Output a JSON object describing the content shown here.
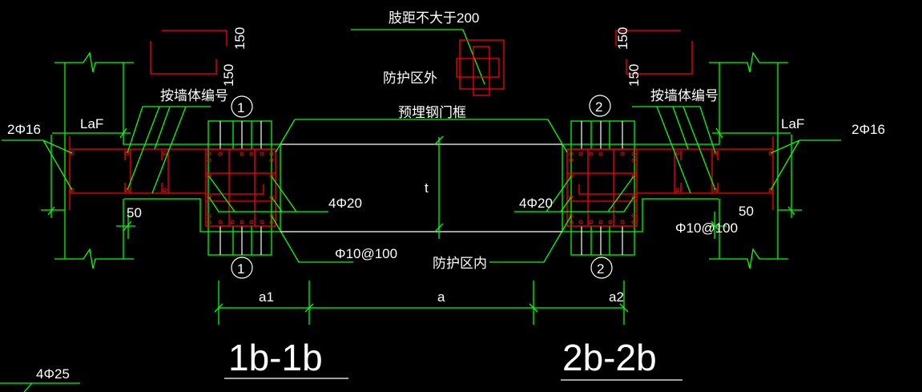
{
  "colors": {
    "background": "#000000",
    "outline": "#00ff00",
    "rebar": "#ff0000",
    "text": "#ffffff"
  },
  "top_note": "肢距不大于200",
  "outside_zone": "防护区外",
  "inside_zone": "防护区内",
  "door_frame": "预埋钢门框",
  "left": {
    "wall_no": "按墙体编号",
    "laf": "LaF",
    "bars": "2Φ16",
    "cover": "50",
    "corner_bars": "4Φ20",
    "stirrup": "Φ10@100",
    "hook_dims": [
      "150",
      "150"
    ],
    "section_mark": "1",
    "dim": "a1",
    "title": "1b-1b"
  },
  "right": {
    "wall_no": "按墙体编号",
    "laf": "LaF",
    "bars": "2Φ16",
    "cover": "50",
    "corner_bars": "4Φ20",
    "stirrup": "Φ10@100",
    "hook_dims": [
      "150",
      "150"
    ],
    "section_mark": "2",
    "dim": "a2",
    "title": "2b-2b"
  },
  "opening": {
    "dim": "a",
    "thickness": "t"
  },
  "bottom_note": "4Φ25"
}
